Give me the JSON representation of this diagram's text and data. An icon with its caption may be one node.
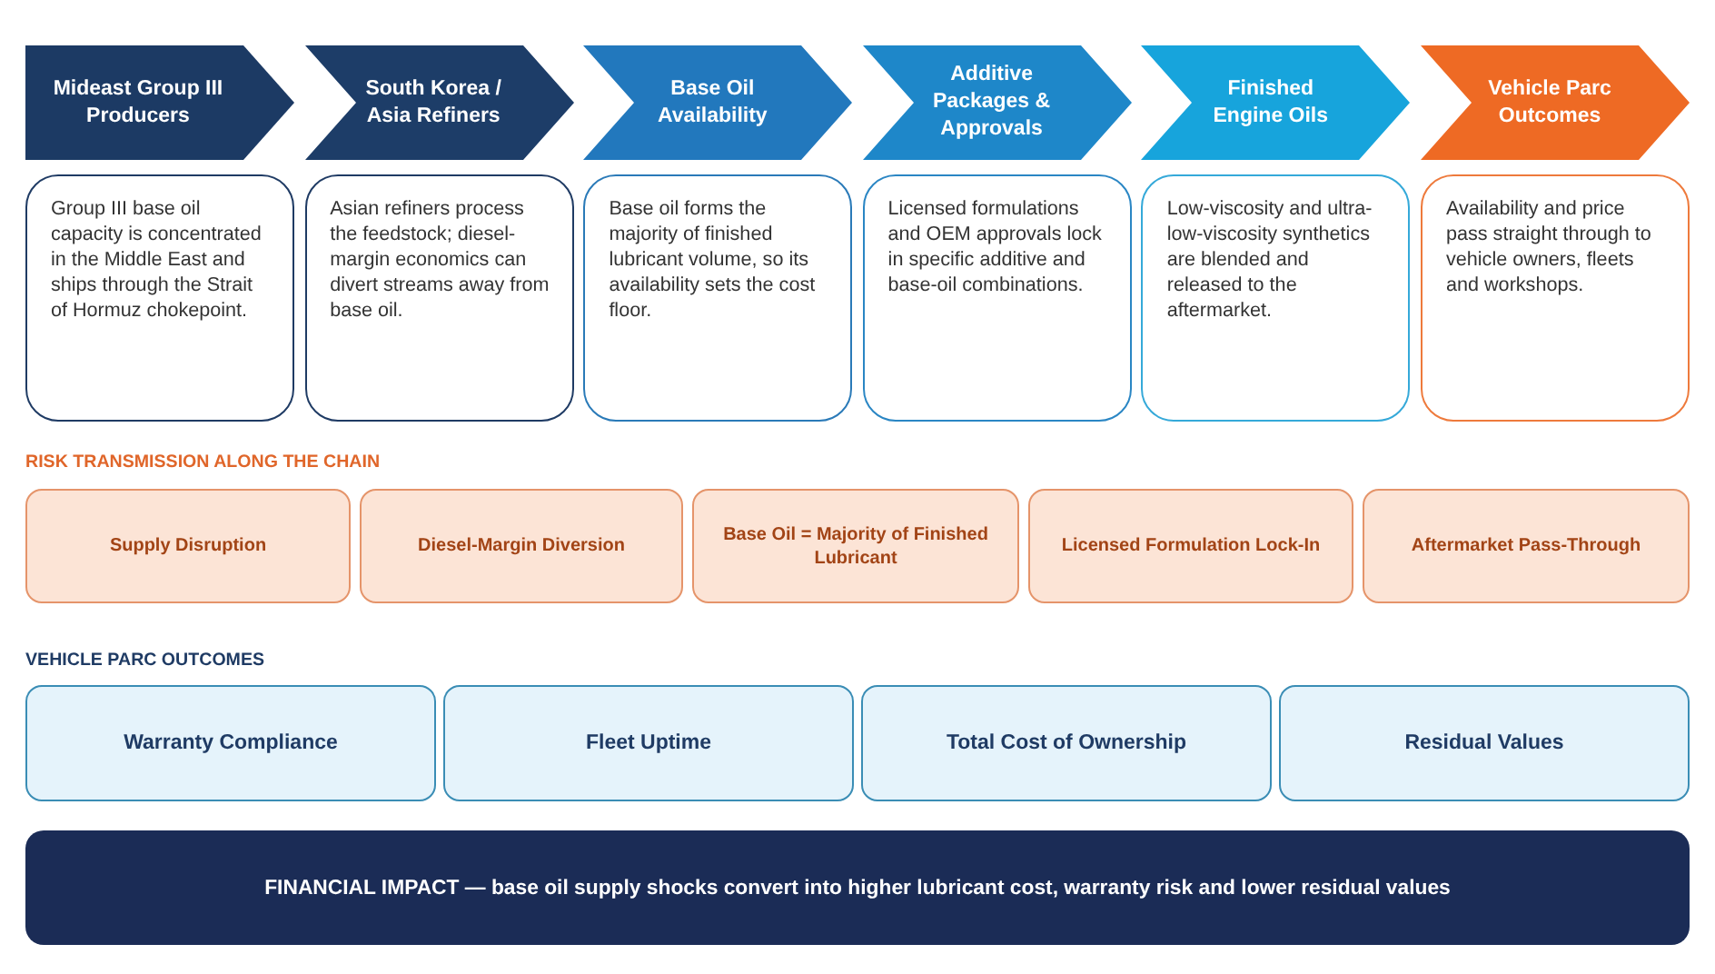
{
  "diagram": {
    "nodes": [
      {
        "text": [
          "Mideast Group III Producers"
        ]
      },
      {
        "text": [
          "South Korea / Asia Refiners"
        ]
      },
      {
        "text": [
          "Base Oil Availability"
        ]
      },
      {
        "text": [
          "Additive Packages & Approvals"
        ]
      },
      {
        "text": [
          "Finished Engine Oils"
        ]
      },
      {
        "text": [
          "Vehicle Parc Outcomes"
        ]
      },
      {
        "text": [
          "Group III base oil capacity is concentrated in the Middle East and ships through the Strait of Hormuz chokepoint."
        ]
      },
      {
        "text": [
          "Asian refiners process the feedstock; diesel-margin economics can divert streams away from base oil."
        ]
      },
      {
        "text": [
          "Base oil forms the majority of finished lubricant volume, so its availability sets the cost floor."
        ]
      },
      {
        "text": [
          "Licensed formulations and OEM approvals lock in specific additive and base-oil combinations."
        ]
      },
      {
        "text": [
          "Low-viscosity and ultra-low-viscosity synthetics are blended and released to the aftermarket."
        ]
      },
      {
        "text": [
          "Availability and price pass straight through to vehicle owners, fleets and workshops."
        ]
      },
      {
        "text": [
          "Supply Disruption"
        ]
      },
      {
        "text": [
          "Diesel-Margin Diversion"
        ]
      },
      {
        "text": [
          "Base Oil = Majority of Finished Lubricant"
        ]
      },
      {
        "text": [
          "Licensed Formulation Lock-In"
        ]
      },
      {
        "text": [
          "Aftermarket Pass-Through"
        ]
      },
      {
        "text": [
          "Warranty Compliance"
        ]
      },
      {
        "text": [
          "Fleet Uptime"
        ]
      },
      {
        "text": [
          "Total Cost of Ownership"
        ]
      },
      {
        "text": [
          "Residual Values"
        ]
      },
      {
        "text": [
          "FINANCIAL IMPACT — base oil supply shocks convert into higher lubricant cost, warranty risk and lower residual values"
        ]
      }
    ],
    "labels": [
      "RISK TRANSMISSION ALONG THE CHAIN",
      "VEHICLE PARC OUTCOMES"
    ]
  }
}
